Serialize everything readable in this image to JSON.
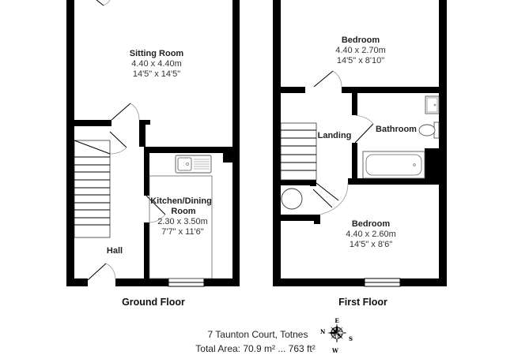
{
  "ground_floor": {
    "label": "Ground Floor",
    "rooms": [
      {
        "name": "Sitting Room",
        "metric": "4.40 x 4.40m",
        "imperial": "14'5\" x 14'5\""
      },
      {
        "name_line1": "Kitchen/Dining",
        "name_line2": "Room",
        "metric": "2.30 x 3.50m",
        "imperial": "7'7\" x 11'6\""
      },
      {
        "name": "Hall"
      }
    ]
  },
  "first_floor": {
    "label": "First Floor",
    "rooms": [
      {
        "name": "Bedroom",
        "metric": "4.40 x 2.70m",
        "imperial": "14'5\" x 8'10\""
      },
      {
        "name": "Landing"
      },
      {
        "name": "Bathroom"
      },
      {
        "name": "Bedroom",
        "metric": "4.40 x 2.60m",
        "imperial": "14'5\" x 8'6\""
      }
    ]
  },
  "footer": {
    "address": "7 Taunton Court, Totnes",
    "total_area": "Total Area: 70.9 m² ... 763 ft²"
  },
  "compass": {
    "n": "N",
    "e": "E",
    "s": "S",
    "w": "W"
  },
  "colors": {
    "wall": "#000000",
    "background": "#ffffff",
    "fixture": "#555555"
  }
}
